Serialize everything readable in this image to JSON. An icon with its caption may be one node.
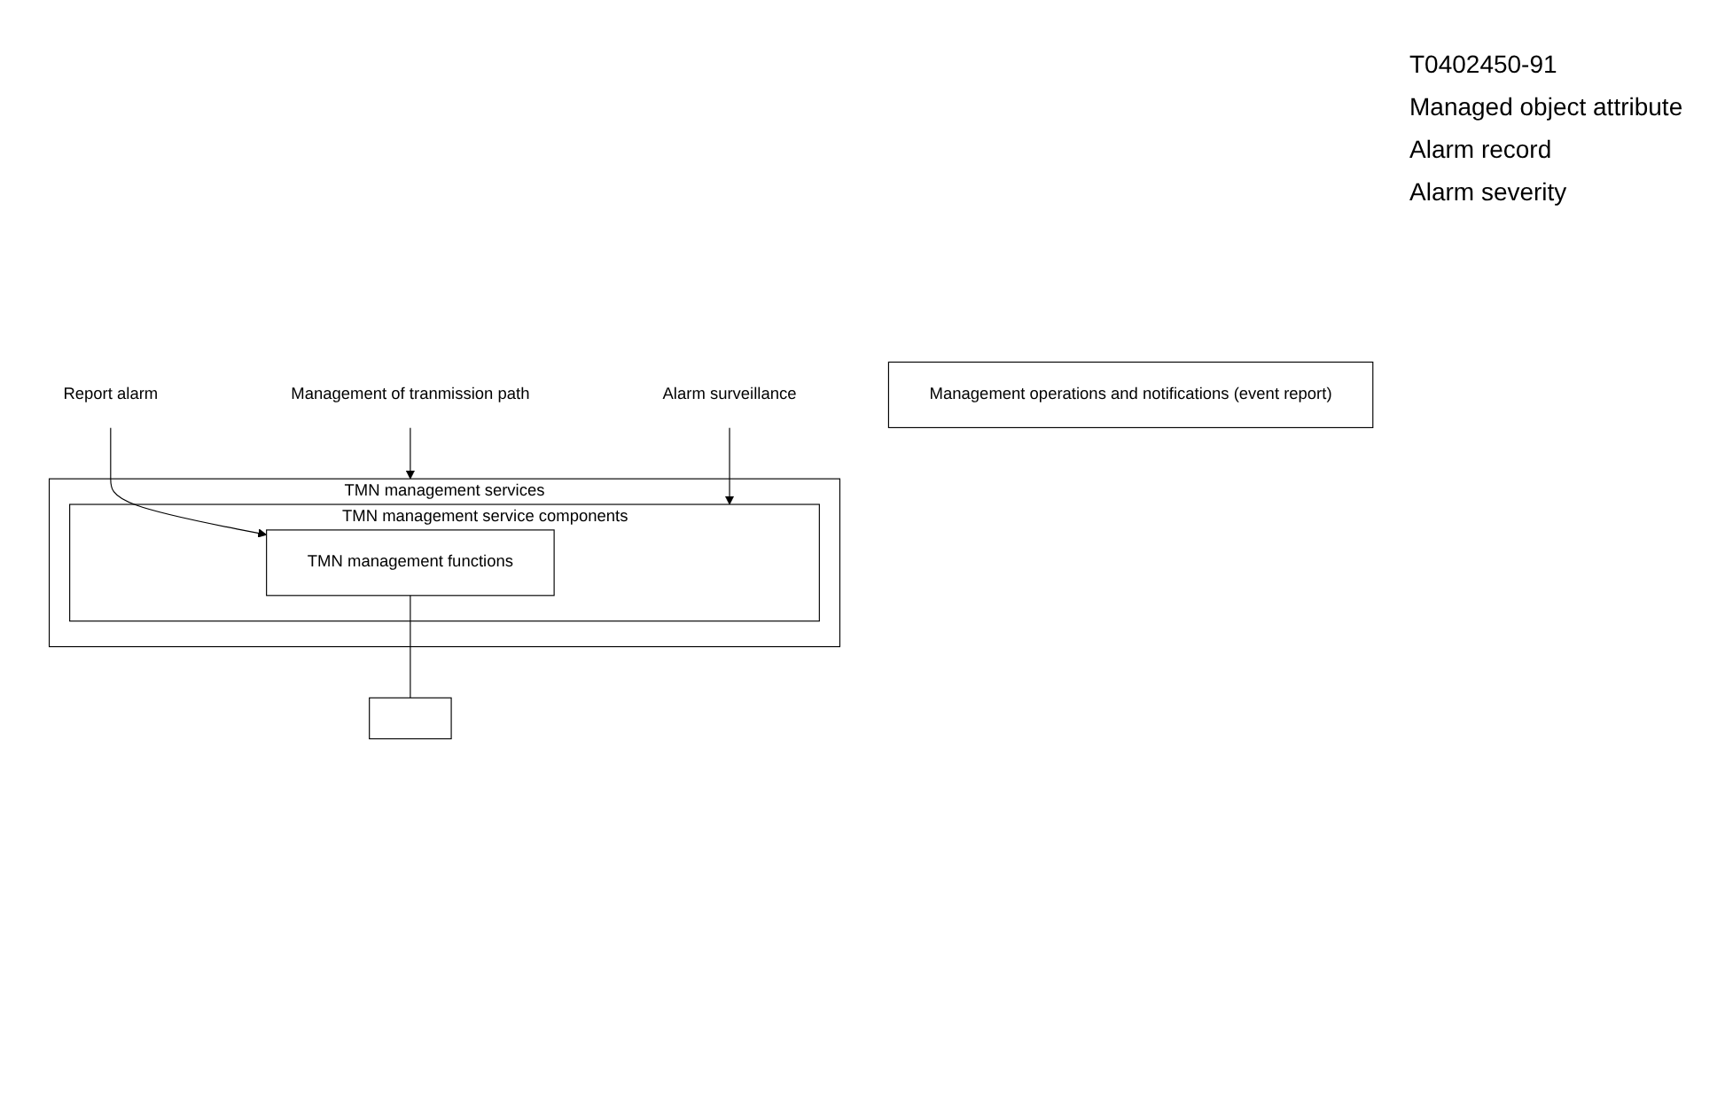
{
  "diagram": {
    "nodes": [
      {
        "text": [
          "TMN management services"
        ]
      },
      {
        "text": [
          "TMN management service components"
        ],
        "in": 0
      },
      {
        "text": [
          "TMN management functions"
        ],
        "in": 1
      },
      {
        "text": [
          "Management of tranmission path"
        ]
      },
      {
        "text": [
          "Alarm surveillance"
        ]
      },
      {
        "text": [
          "Report alarm"
        ]
      },
      {
        "text": [
          "Management operations and notifications (event report)"
        ]
      },
      {
        "text": [],
        "shape": "box"
      }
    ],
    "edges": [
      {
        "from": 3,
        "to": 0,
        "arrow": "to"
      },
      {
        "from": 4,
        "to": 1,
        "arrow": "to"
      },
      {
        "from": 5,
        "to": 2,
        "arrow": "to"
      },
      {
        "from": 2,
        "to": 7,
        "arrow": "none"
      }
    ],
    "labels": [
      "T0402450-91",
      "Managed object attribute",
      "Alarm record",
      "Alarm severity"
    ]
  }
}
